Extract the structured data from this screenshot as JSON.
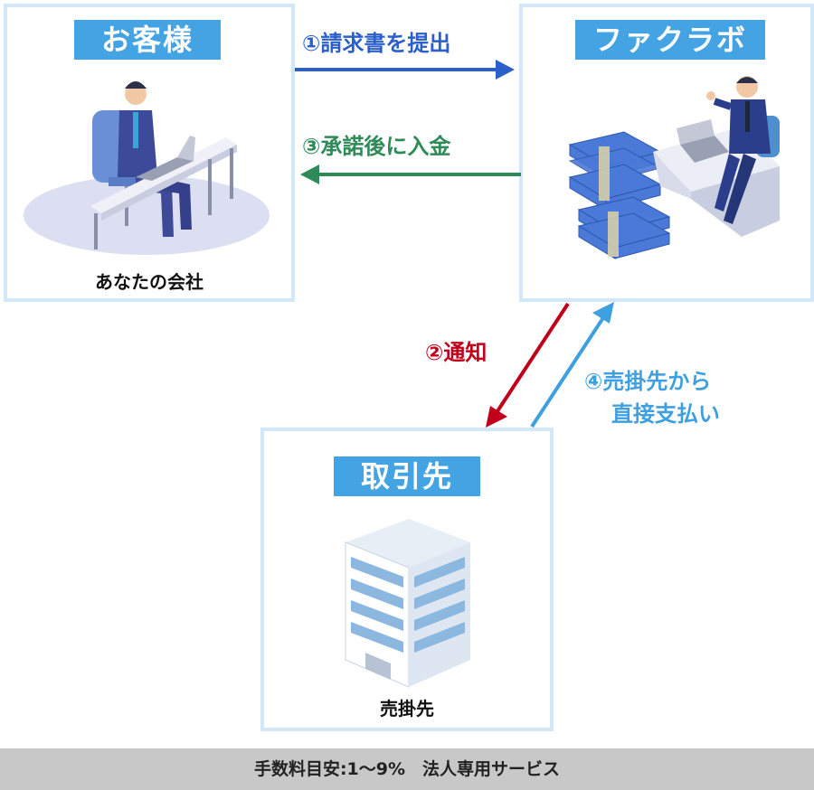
{
  "colors": {
    "box_border": "#d2e7f8",
    "label_bg": "#44a3e3",
    "step1": "#2b5fc9",
    "step2": "#c0001a",
    "step3": "#2e8b57",
    "step4": "#3ea0e0",
    "footer_bg": "#c8c8c8"
  },
  "customer": {
    "label": "お客様",
    "caption": "あなたの会社",
    "illustration": "businessman-at-desk-icon"
  },
  "factor": {
    "label": "ファクラボ",
    "illustration": "money-stacks-and-operator-icon"
  },
  "client": {
    "label": "取引先",
    "caption": "売掛先",
    "illustration": "office-building-icon"
  },
  "steps": {
    "s1": "①請求書を提出",
    "s2": "②通知",
    "s3": "③承諾後に入金",
    "s4_line1": "④売掛先から",
    "s4_line2": "直接支払い"
  },
  "footer": "手数料目安:1～9%　法人専用サービス"
}
